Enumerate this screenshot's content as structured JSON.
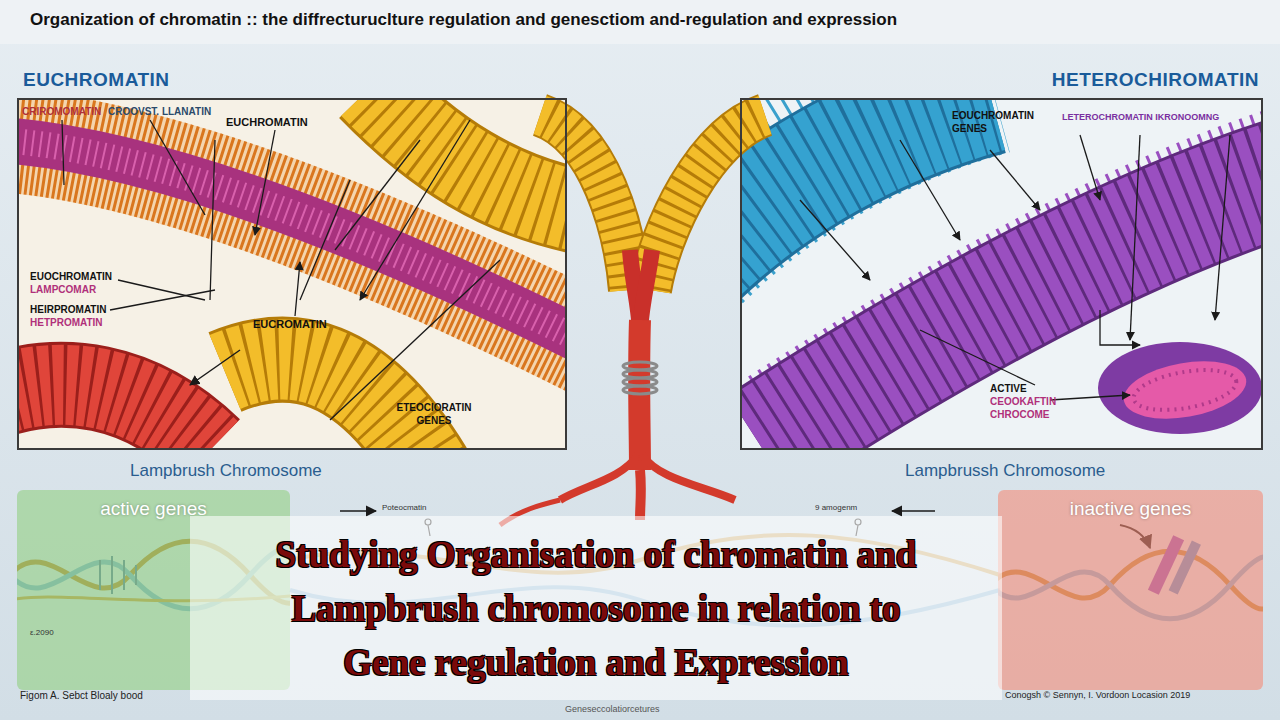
{
  "diagram": {
    "title": "Organization of chromatin :: the diffrecturuclture regulation and genesctiom and-regulation and expression",
    "caption": "Studying Organisation of chromatin and Lampbrush chromosome in relation to Gene regulation and Expression",
    "nodes": [
      {
        "text": [
          "EUCHROMATIN"
        ]
      },
      {
        "text": [
          "HETEROCHIROMATIN"
        ]
      },
      {
        "text": [
          "active genes"
        ]
      },
      {
        "text": [
          "inactive genes"
        ]
      }
    ],
    "labels": [
      "CRIROMOMATIN",
      "CROOVST. LLANATIN",
      "EUCHROMATIN",
      "EUOCHROMATIN",
      "LAMPCOMAR",
      "HEIRPROMATIN",
      "HETPROMATIN",
      "EUCROMATIN",
      "ETEOCIORATIN GENES",
      "EOUCHROMATIN GENES",
      "LETEROCHROMATIN IKRONOOMNG",
      "ACTIVE",
      "CEOOKAFTIN",
      "CHROCOME",
      "Lampbrush Chromosome",
      "Lampbrussh Chromosome",
      "Poteocmatin",
      "9 amogenm",
      "ε.2090",
      "Figom A. Sebct Bloaly bood",
      "Conogsh © Sennyn, I. Vordoon Locasion 2019",
      "Geneseccolatiorcetures"
    ]
  }
}
